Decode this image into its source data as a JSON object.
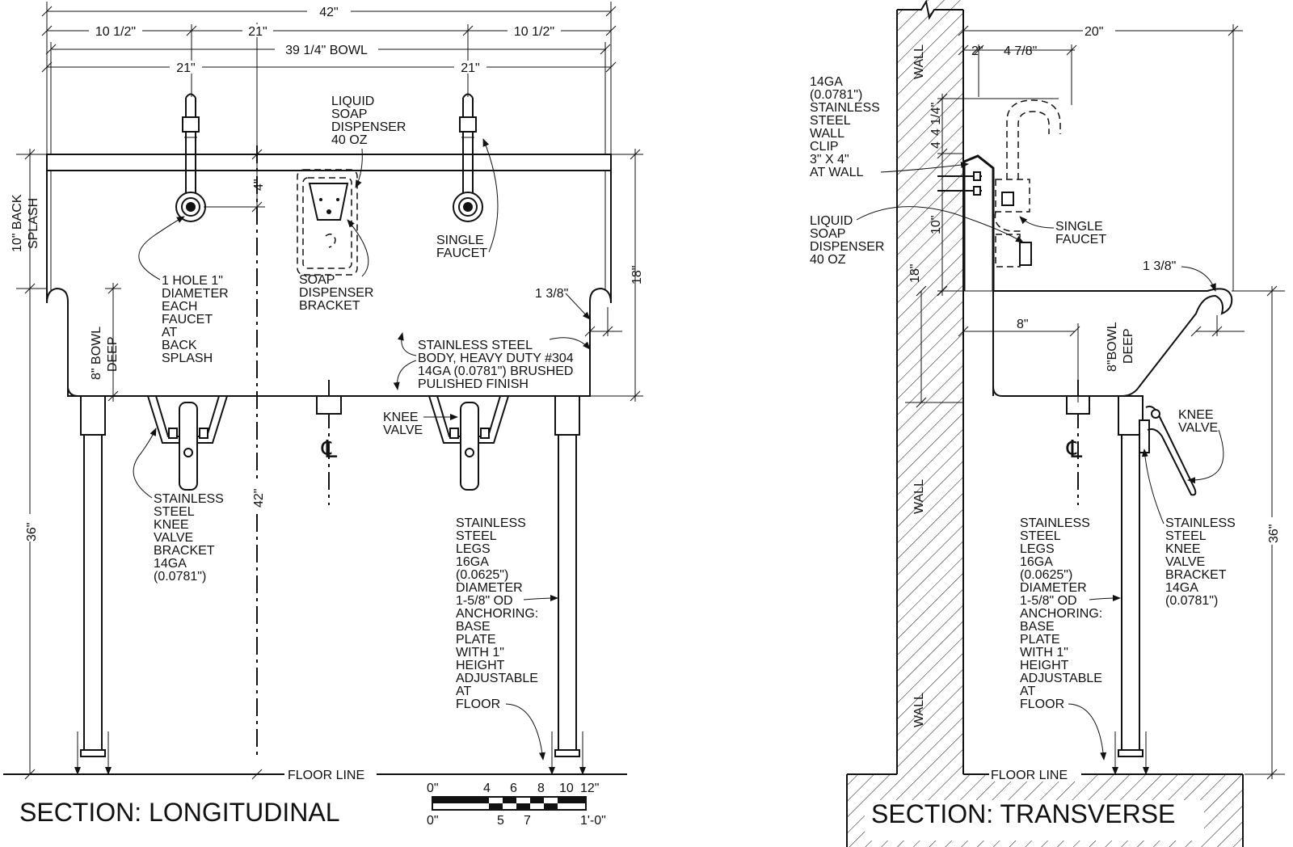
{
  "longitudinal": {
    "title": "SECTION: LONGITUDINAL",
    "dims": {
      "overall": "42\"",
      "center": "21\"",
      "side_left": "10 1/2\"",
      "side_right": "10 1/2\"",
      "bowl": "39 1/4\" BOWL",
      "faucet_left": "21\"",
      "faucet_right": "21\"",
      "backsplash": "10\" BACK SPLASH",
      "four": "4\"",
      "bowl_deep": "8\" BOWL DEEP",
      "eighteen": "18\"",
      "rim": "1 3/8\"",
      "forty_two": "42\"",
      "thirty_six": "36\""
    },
    "notes": {
      "soap_dispenser": [
        "LIQUID",
        "SOAP",
        "DISPENSER",
        "40 OZ"
      ],
      "soap_bracket": [
        "SOAP",
        "DISPENSER",
        "BRACKET"
      ],
      "single_faucet": [
        "SINGLE",
        "FAUCET"
      ],
      "faucet_hole": [
        "1 HOLE 1\"",
        "DIAMETER",
        "EACH",
        "FAUCET",
        "AT",
        "BACK",
        "SPLASH"
      ],
      "body": [
        "STAINLESS STEEL",
        "BODY, HEAVY DUTY #304",
        "14GA (0.0781\") BRUSHED",
        "PULISHED FINISH"
      ],
      "knee_valve": [
        "KNEE",
        "VALVE"
      ],
      "knee_bracket": [
        "STAINLESS",
        "STEEL",
        "KNEE",
        "VALVE",
        "BRACKET",
        "14GA",
        "(0.0781\")"
      ],
      "legs": [
        "STAINLESS",
        "STEEL",
        "LEGS",
        "16GA",
        "(0.0625\")",
        "DIAMETER",
        "1-5/8\" OD",
        "ANCHORING:",
        "BASE",
        "PLATE",
        "WITH 1\"",
        "HEIGHT",
        "ADJUSTABLE",
        "AT",
        "FLOOR"
      ],
      "floor_line": "FLOOR LINE"
    }
  },
  "scale_bar": {
    "top_labels": [
      "0\"",
      "4",
      "6",
      "8",
      "10",
      "12\""
    ],
    "bottom_labels": [
      "0\"",
      "5",
      "7",
      "1'-0\""
    ]
  },
  "transverse": {
    "title": "SECTION: TRANSVERSE",
    "dims": {
      "depth": "20\"",
      "two": "2\"",
      "four_seven_eighths": "4 7/8\"",
      "four_quarter": "4 1/4\"",
      "ten": "10\"",
      "eighteen": "18\"",
      "rim": "1 3/8\"",
      "eight": "8\"",
      "bowl_deep": "8\"BOWL DEEP",
      "thirty_six": "36\""
    },
    "notes": {
      "wall_clip": [
        "14GA",
        "(0.0781\")",
        "STAINLESS",
        "STEEL",
        "WALL",
        "CLIP",
        "3\" X 4\"",
        "AT WALL"
      ],
      "soap_dispenser": [
        "LIQUID",
        "SOAP",
        "DISPENSER",
        "40 OZ"
      ],
      "single_faucet": [
        "SINGLE",
        "FAUCET"
      ],
      "knee_valve": [
        "KNEE",
        "VALVE"
      ],
      "legs": [
        "STAINLESS",
        "STEEL",
        "LEGS",
        "16GA",
        "(0.0625\")",
        "DIAMETER",
        "1-5/8\" OD",
        "ANCHORING:",
        "BASE",
        "PLATE",
        "WITH 1\"",
        "HEIGHT",
        "ADJUSTABLE",
        "AT",
        "FLOOR"
      ],
      "knee_bracket": [
        "STAINLESS",
        "STEEL",
        "KNEE",
        "VALVE",
        "BRACKET",
        "14GA",
        "(0.0781\")"
      ],
      "wall_labels": [
        "WALL",
        "WALL",
        "WALL"
      ],
      "floor_line": "FLOOR LINE"
    }
  }
}
